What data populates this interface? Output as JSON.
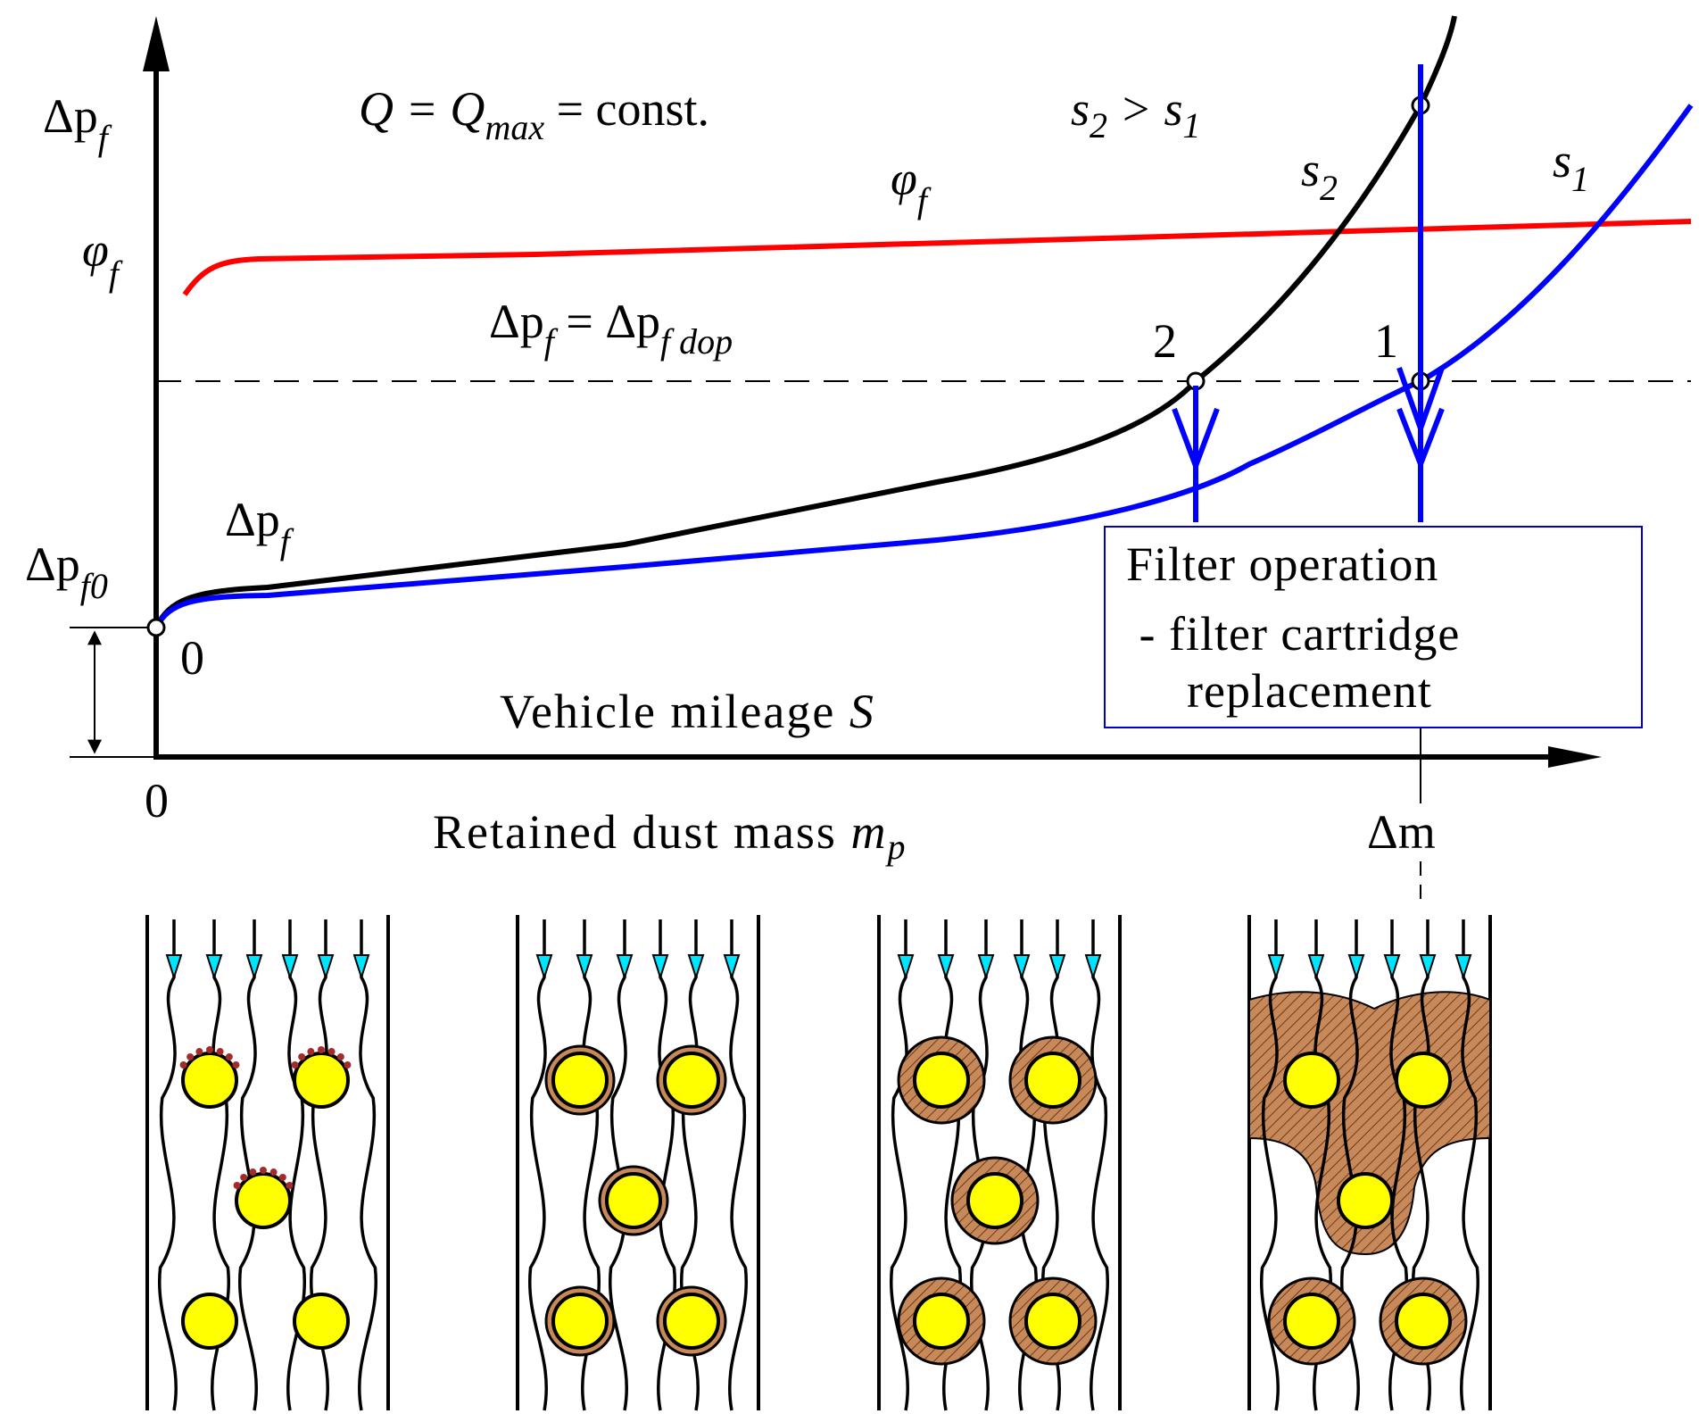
{
  "labels": {
    "y_axis_dp": "Δp",
    "y_axis_dp_sub": "f",
    "y_axis_phi": "φ",
    "y_axis_phi_sub": "f",
    "dp_f0": "Δp",
    "dp_f0_sub": "f0",
    "origin_point": "0",
    "origin_axis": "0",
    "condition_q": "Q = Q",
    "condition_q_sub": "max",
    "condition_q_tail": " = const.",
    "s_compare": "s",
    "s_compare_sub1": "2",
    "s_compare_mid": " > s",
    "s_compare_sub2": "1",
    "phi_curve": "φ",
    "phi_curve_sub": "f",
    "s2_curve": "s",
    "s2_curve_sub": "2",
    "s1_curve": "s",
    "s1_curve_sub": "1",
    "limit_lhs": "Δp",
    "limit_lhs_sub": "f",
    "limit_eq": " = Δp",
    "limit_rhs_sub": "f dop",
    "point_2": "2",
    "point_1": "1",
    "dp_curve": "Δp",
    "dp_curve_sub": "f",
    "x_axis_mileage": "Vehicle mileage ",
    "x_axis_mileage_var": "S",
    "x_axis_mass": "Retained dust mass ",
    "x_axis_mass_var": "m",
    "x_axis_mass_sub": "p",
    "delta_m": "Δm"
  },
  "box": {
    "line1": "Filter operation",
    "line2": " - filter cartridge",
    "line3": "replacement"
  },
  "colors": {
    "s1_curve": "#0000ff",
    "s2_curve": "#000000",
    "phi_curve": "#ff0000",
    "box_border": "#0000cc",
    "fiber": "#ffff00",
    "dust_cake": "#c8895a",
    "flow_arrow": "#00e5ff",
    "dust_particles": "#a52a2a"
  },
  "panels": [
    {
      "stage": "initial particle deposition"
    },
    {
      "stage": "thin dust layer on fibers"
    },
    {
      "stage": "thick dust layer on fibers"
    },
    {
      "stage": "dust cake bridging fibers"
    }
  ]
}
